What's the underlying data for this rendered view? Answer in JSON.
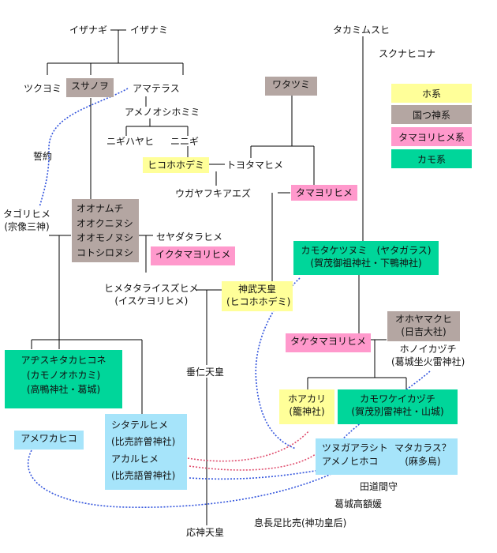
{
  "colors": {
    "ho": "#ffff99",
    "kuni": "#b4a6a2",
    "tama": "#ff99cc",
    "kamo": "#00d69a",
    "blue": "#a6e4fa",
    "line": "#000000",
    "blue_curve": "#3355dd",
    "red_curve": "#e05070"
  },
  "legend": {
    "ho": "ホ系",
    "kuni": "国つ神系",
    "tama": "タマヨリヒメ系",
    "kamo": "カモ系"
  },
  "nodes": {
    "izanagi": "イザナギ",
    "izanami": "イザナミ",
    "tsukuyomi": "ツクヨミ",
    "susanoo": "スサノヲ",
    "amaterasu": "アマテラス",
    "amenooshihomimi": "アメノオシホミミ",
    "nigihayahi": "ニギハヤヒ",
    "ninigi": "ニニギ",
    "hikohohodemi": "ヒコホホデミ",
    "toyotamahime": "トヨタマヒメ",
    "watatsumi": "ワタツミ",
    "ugaya": "ウガヤフキアエズ",
    "tamayorihime": "タマヨリヒメ",
    "takamimusuhi": "タカミムスヒ",
    "sukunahikona": "スクナヒコナ",
    "seiyaku": "誓約",
    "tagorihime": [
      "タゴリヒメ",
      "(宗像三神)"
    ],
    "onamuchi": [
      "オオナムチ",
      "オオクニヌシ",
      "オオモノヌシ",
      "コトシロヌシ"
    ],
    "seyadatara": "セヤダタラヒメ",
    "ikutamayori": "イクタマヨリヒメ",
    "kamotaketsunumi": [
      "カモタケツヌミ　(ヤタガラス)",
      "(賀茂御祖神社・下鴨神社)"
    ],
    "himetatara": [
      "ヒメタタライスズヒメ",
      "(イスケヨリヒメ)"
    ],
    "jimmu": [
      "神武天皇",
      "(ヒコホホデミ)"
    ],
    "taketamayori": "タケタマヨリヒメ",
    "ohoyamakuhi": [
      "オホヤマクヒ",
      "(日吉大社)"
    ],
    "honoikazuchi": [
      "ホノイカヅチ",
      "(葛城坐火雷神社)"
    ],
    "ajisuki": [
      "アヂスキタカヒコネ",
      "(カモノオホカミ)",
      "(高鴨神社・葛城)"
    ],
    "suinin": "垂仁天皇",
    "hoakari": [
      "ホアカリ",
      "(籠神社)"
    ],
    "kamowakeikazuchi": [
      "カモワケイカヅチ",
      "(賀茂別雷神社・山城)"
    ],
    "amewakahiko": "アメワカヒコ",
    "shitateru": [
      "シタテルヒメ",
      "(比売許曽神社)",
      "アカルヒメ",
      "(比売語曽神社)"
    ],
    "tsunuga": [
      "ツヌガアラシト",
      "アメノヒホコ"
    ],
    "matakarasu": [
      "マタカラス？",
      "(麻多烏)"
    ],
    "tajimamori": "田道間守",
    "katsuragi": "葛城高額媛",
    "okinaga": "息長足比売(神功皇后)",
    "ojin": "応神天皇"
  }
}
